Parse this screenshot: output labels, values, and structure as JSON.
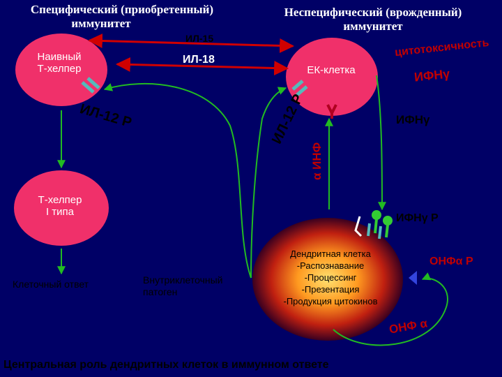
{
  "headings": {
    "specific": [
      "Специфический (приобретенный)",
      "иммунитет"
    ],
    "nonspecific": [
      "Неспецифический (врожденный)",
      "иммунитет"
    ]
  },
  "cells": {
    "naive": [
      "Наивный",
      "Т-хелпер"
    ],
    "nk": "ЕК-клетка",
    "th1": [
      "Т-хелпер",
      "I типа"
    ],
    "dendritic": [
      "Дендритная клетка",
      "-Распознавание",
      "-Процессинг",
      "-Презентация",
      "-Продукция цитокинов"
    ]
  },
  "labels": {
    "il15": "ИЛ-15",
    "il18": "ИЛ-18",
    "cytotox": "цитотоксичность",
    "ifng_top": "ИФНγ",
    "il12r_left": "ИЛ-12 Р",
    "il12r_mid": "ИЛ-12 Р",
    "ifna": "α ИНФ",
    "ifng_mid": "ИФНγ",
    "ifngr": "ИФНγ Р",
    "tnfr": "ОНФα Р",
    "tnfa": "ОНФ α",
    "cell_response": "Клеточный ответ",
    "pathogen": [
      "Внутриклеточный",
      "патоген"
    ],
    "footer": "Центральная роль дендритных клеток в иммунном ответе"
  },
  "colors": {
    "background": "#000066",
    "cell_fill": "#f0306a",
    "arrow_red": "#d00000",
    "arrow_green": "#22bb22",
    "receptor_teal": "#55bbbb",
    "receptor_green": "#33cc33",
    "receptor_blue": "#3344dd"
  }
}
